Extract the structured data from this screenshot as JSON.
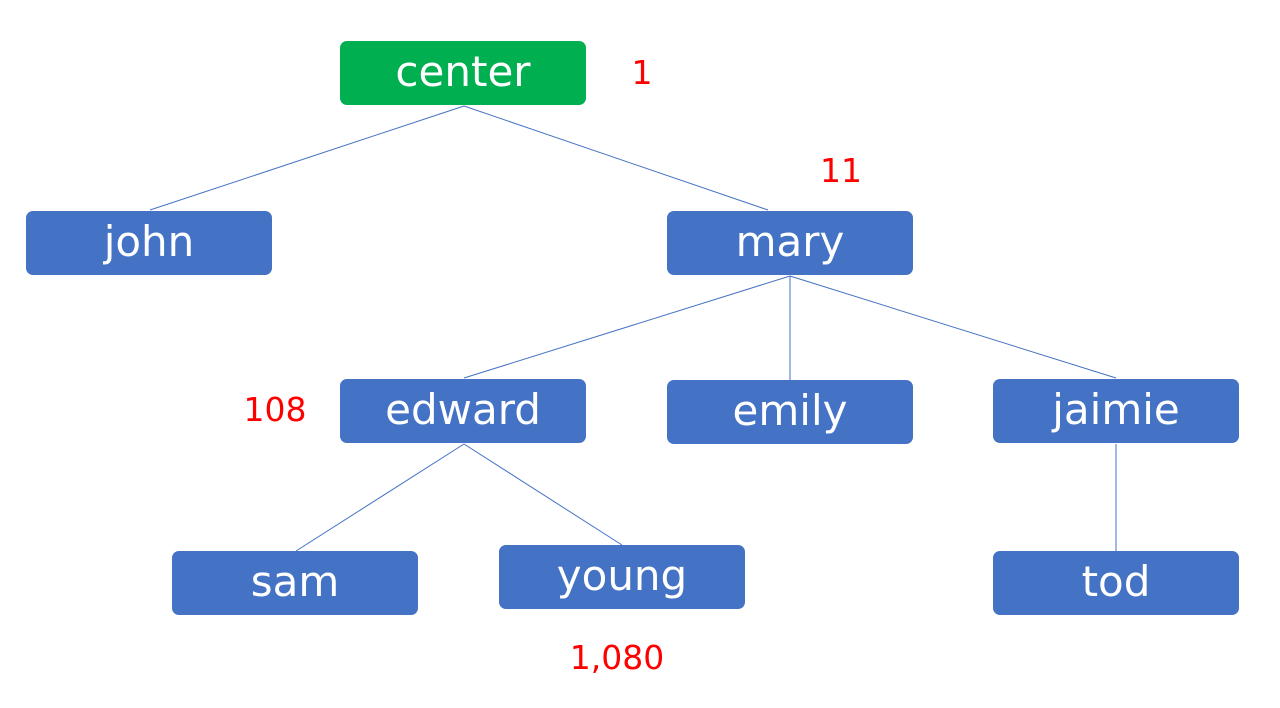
{
  "colors": {
    "root_fill": "#00B050",
    "node_fill": "#4472C4",
    "edge": "#4472C4",
    "count_text": "#FF0000"
  },
  "tree": {
    "nodes": {
      "center": {
        "label": "center",
        "fill": "#00B050"
      },
      "john": {
        "label": "john",
        "fill": "#4472C4"
      },
      "mary": {
        "label": "mary",
        "fill": "#4472C4"
      },
      "edward": {
        "label": "edward",
        "fill": "#4472C4"
      },
      "emily": {
        "label": "emily",
        "fill": "#4472C4"
      },
      "jaimie": {
        "label": "jaimie",
        "fill": "#4472C4"
      },
      "sam": {
        "label": "sam",
        "fill": "#4472C4"
      },
      "young": {
        "label": "young",
        "fill": "#4472C4"
      },
      "tod": {
        "label": "tod",
        "fill": "#4472C4"
      }
    },
    "edges": [
      {
        "from": "center",
        "to": "john"
      },
      {
        "from": "center",
        "to": "mary"
      },
      {
        "from": "mary",
        "to": "edward"
      },
      {
        "from": "mary",
        "to": "emily"
      },
      {
        "from": "mary",
        "to": "jaimie"
      },
      {
        "from": "edward",
        "to": "sam"
      },
      {
        "from": "edward",
        "to": "young"
      },
      {
        "from": "jaimie",
        "to": "tod"
      }
    ],
    "counts": {
      "center": "1",
      "mary": "11",
      "edward": "108",
      "young": "1,080"
    }
  }
}
